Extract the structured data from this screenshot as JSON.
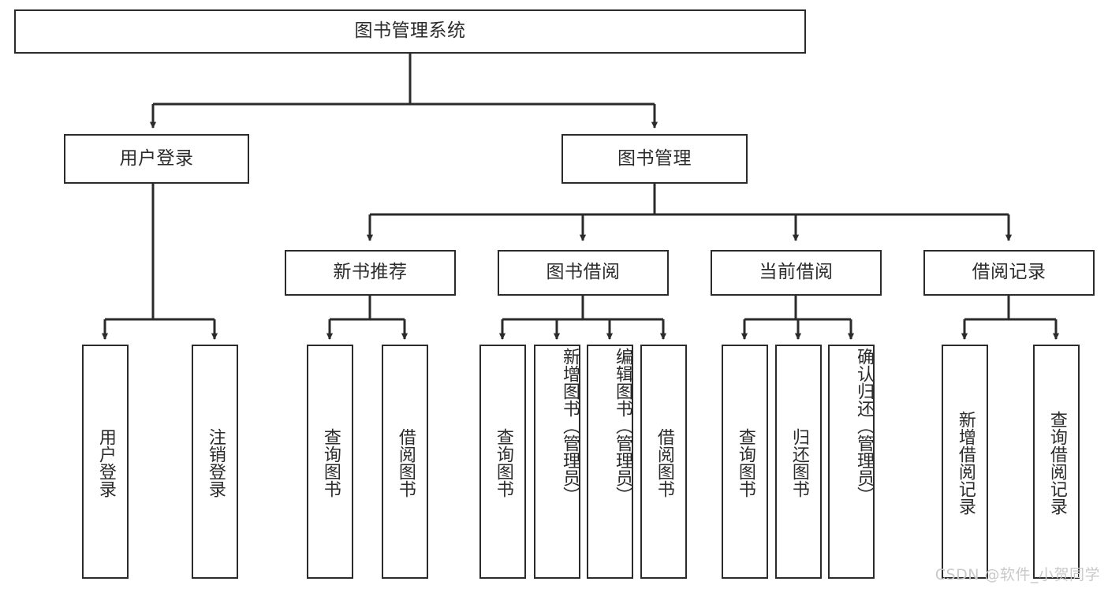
{
  "diagram": {
    "type": "tree-hierarchy",
    "title": "图书管理系统",
    "watermark": "CSDN @软件_小贺同学",
    "colors": {
      "box_border": "#2b2b2b",
      "box_fill": "#ffffff",
      "edge": "#2b2b2b",
      "text": "#2b2b2b",
      "background": "#ffffff",
      "watermark": "#c9c9c9"
    },
    "root": {
      "label": "图书管理系统"
    },
    "level2": [
      {
        "label": "用户登录"
      },
      {
        "label": "图书管理"
      }
    ],
    "level3": [
      {
        "label": "新书推荐"
      },
      {
        "label": "图书借阅"
      },
      {
        "label": "当前借阅"
      },
      {
        "label": "借阅记录"
      }
    ],
    "leaves": {
      "user_login": [
        {
          "label": "用户登录"
        },
        {
          "label": "注销登录"
        }
      ],
      "new_book_recommend": [
        {
          "label": "查询图书"
        },
        {
          "label": "借阅图书"
        }
      ],
      "book_borrow": [
        {
          "label": "查询图书"
        },
        {
          "label": "新增图书（管理员）"
        },
        {
          "label": "编辑图书（管理员）"
        },
        {
          "label": "借阅图书"
        }
      ],
      "current_borrow": [
        {
          "label": "查询图书"
        },
        {
          "label": "归还图书"
        },
        {
          "label": "确认归还（管理员）"
        }
      ],
      "borrow_record": [
        {
          "label": "新增借阅记录"
        },
        {
          "label": "查询借阅记录"
        }
      ]
    }
  }
}
